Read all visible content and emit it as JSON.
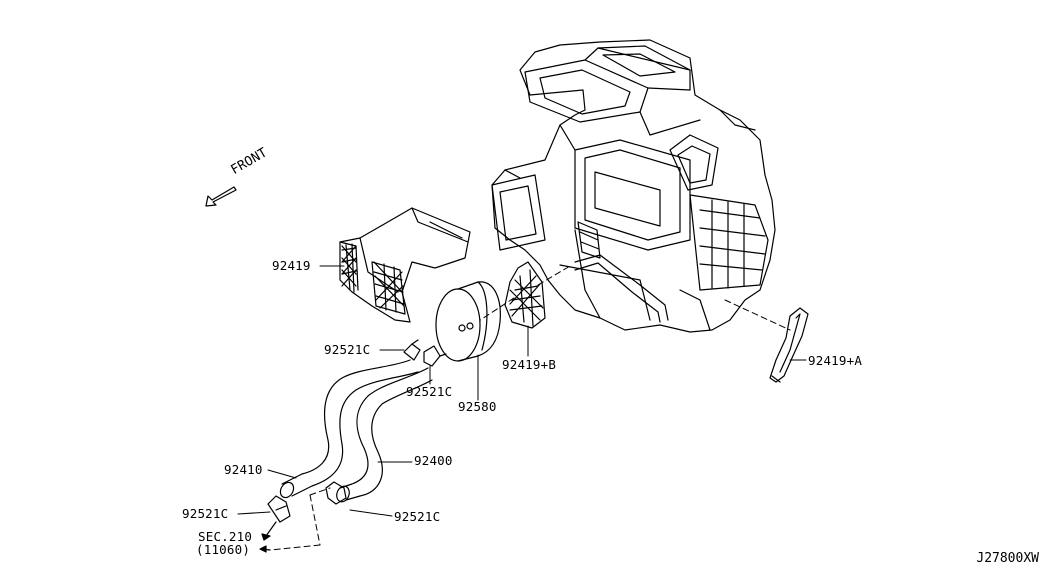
{
  "diagram": {
    "front_label": "FRONT",
    "drawing_code": "J27800XW",
    "labels": {
      "p92419": "92419",
      "p92521c_top": "92521C",
      "p92521c_mid": "92521C",
      "p92580": "92580",
      "p92419b": "92419+B",
      "p92419a": "92419+A",
      "p92410": "92410",
      "p92400": "92400",
      "p92521c_bl": "92521C",
      "p92521c_br": "92521C",
      "sec_ref": "SEC.210",
      "sec_ref_sub": "(11060)"
    }
  }
}
